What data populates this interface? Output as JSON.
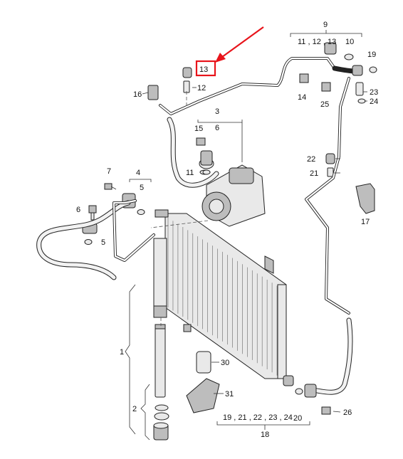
{
  "labels": {
    "n1": "1",
    "n2": "2",
    "n3": "3",
    "n3b": "6",
    "n4": "4",
    "n5a": "5",
    "n5b": "5",
    "n6": "6",
    "n7": "7",
    "n9": "9",
    "n9_group": "11 , 12 , 13",
    "n10": "10",
    "n11": "11",
    "n12": "12",
    "n13": "13",
    "n14": "14",
    "n15": "15",
    "n16": "16",
    "n17": "17",
    "n18": "18",
    "n18_group": "19 , 21 , 22 , 23 , 24",
    "n19": "19",
    "n20": "20",
    "n21": "21",
    "n22": "22",
    "n23": "23",
    "n24": "24",
    "n25": "25",
    "n26": "26",
    "n30": "30",
    "n31": "31"
  },
  "highlight": {
    "target_label": "13",
    "color": "#e8141b"
  }
}
